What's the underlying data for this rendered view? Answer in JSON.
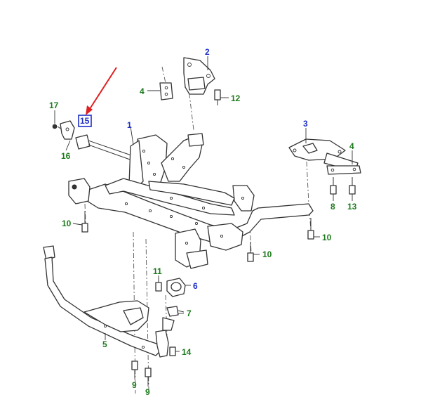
{
  "callouts": {
    "c1": "1",
    "c2": "2",
    "c3": "3",
    "c4a": "4",
    "c4b": "4",
    "c5": "5",
    "c6": "6",
    "c7": "7",
    "c8": "8",
    "c9a": "9",
    "c9b": "9",
    "c10a": "10",
    "c10b": "10",
    "c10c": "10",
    "c11": "11",
    "c12": "12",
    "c13": "13",
    "c14": "14",
    "c15": "15",
    "c16": "16",
    "c17": "17"
  },
  "colors": {
    "callout_blue": "#1e2fc8",
    "callout_green": "#1d7a1d",
    "pointer_arrow": "#e02020",
    "highlight_box": "#1e2fc8",
    "line": "#333333"
  }
}
